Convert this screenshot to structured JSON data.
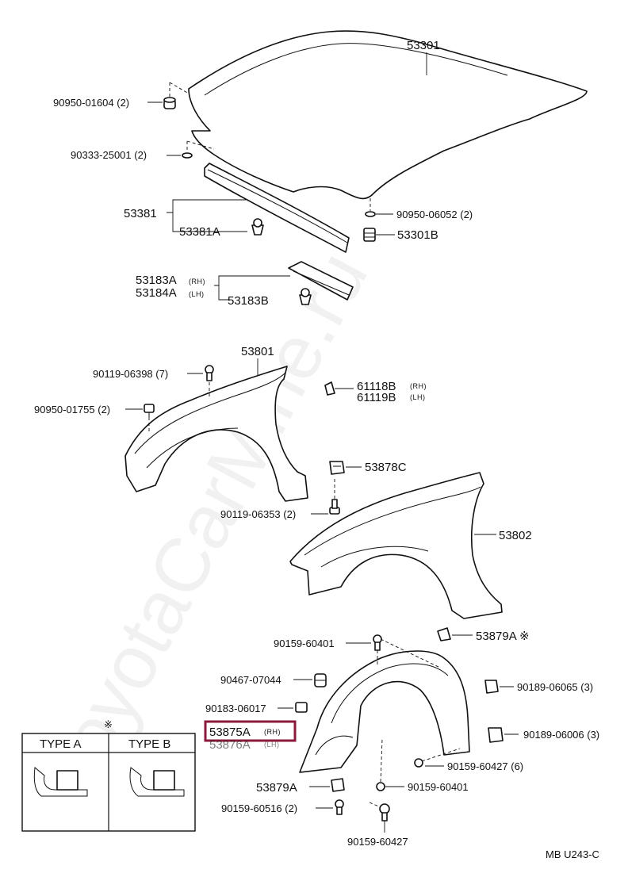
{
  "watermark": "ToyotaCarMine.ru",
  "diagram_code": "MB U243-C",
  "note_mark": "※",
  "labels": {
    "p53301": "53301",
    "p90950_01604": "90950-01604 (2)",
    "p90333_25001": "90333-25001 (2)",
    "p53381": "53381",
    "p53381A": "53381A",
    "p90950_06052": "90950-06052 (2)",
    "p53301B": "53301B",
    "p53183A": "53183A",
    "p53183A_side": "(RH)",
    "p53184A": "53184A",
    "p53184A_side": "(LH)",
    "p53183B": "53183B",
    "p53801": "53801",
    "p90119_06398": "90119-06398 (7)",
    "p90950_01755": "90950-01755 (2)",
    "p61118B": "61118B",
    "p61118B_side": "(RH)",
    "p61119B": "61119B",
    "p61119B_side": "(LH)",
    "p53878C": "53878C",
    "p90119_06353": "90119-06353 (2)",
    "p53802": "53802",
    "p90159_60401a": "90159-60401",
    "p53879A_top": "53879A ※",
    "p90467_07044": "90467-07044",
    "p90189_06065": "90189-06065 (3)",
    "p90183_06017": "90183-06017",
    "p53875A": "53875A",
    "p53875A_side": "(RH)",
    "p53876A": "53876A",
    "p53876A_side": "(LH)",
    "p90189_06006": "90189-06006 (3)",
    "p90159_60427a": "90159-60427 (6)",
    "p53879A": "53879A",
    "p90159_60401b": "90159-60401",
    "p90159_60516": "90159-60516 (2)",
    "p90159_60427b": "90159-60427"
  },
  "type_table": {
    "header_a": "TYPE A",
    "header_b": "TYPE B"
  }
}
